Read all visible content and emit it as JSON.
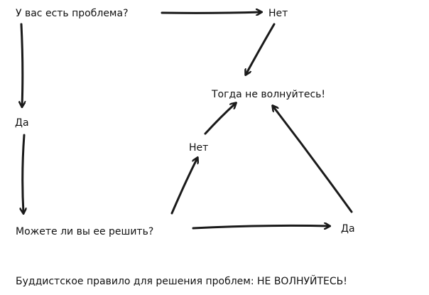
{
  "diagram": {
    "question": "У вас есть проблема?",
    "no_top": "Нет",
    "result": "Тогда не волнуйтесь!",
    "yes_left": "Да",
    "question2": "Можете ли вы ее решить?",
    "no_mid": "Нет",
    "yes_right": "Да",
    "caption": "Буддистское правило для решения проблем: НЕ ВОЛНУЙТЕСЬ!"
  }
}
